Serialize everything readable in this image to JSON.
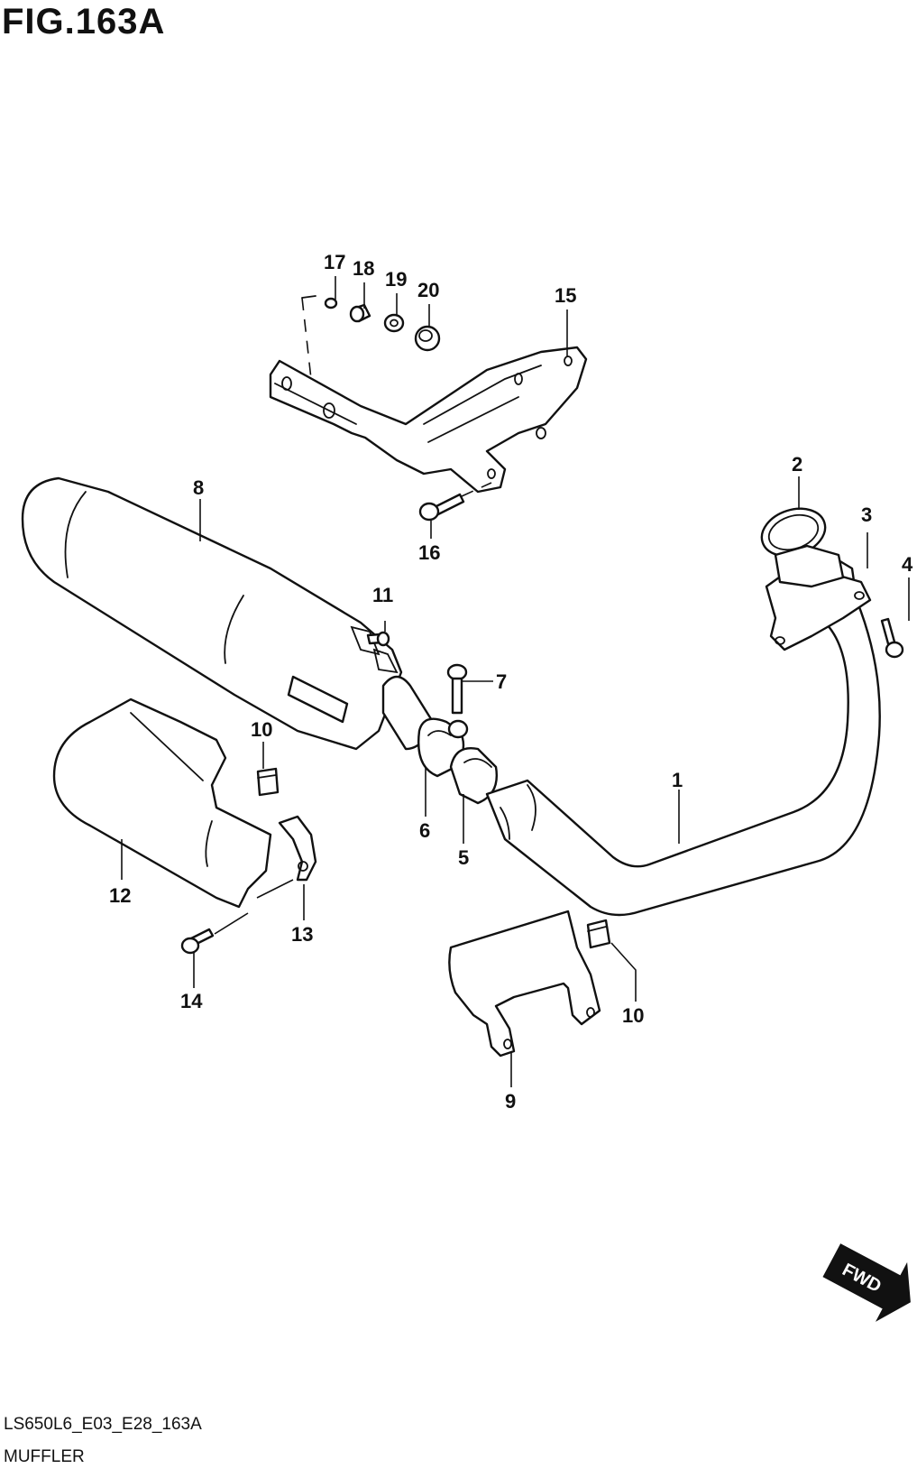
{
  "figure": {
    "title": "FIG.163A",
    "diagram_code": "LS650L6_E03_E28_163A",
    "section_name": "MUFFLER"
  },
  "callouts": {
    "c1": "1",
    "c2": "2",
    "c3": "3",
    "c4": "4",
    "c5": "5",
    "c6": "6",
    "c7": "7",
    "c8": "8",
    "c9": "9",
    "c10a": "10",
    "c10b": "10",
    "c11": "11",
    "c12": "12",
    "c13": "13",
    "c14": "14",
    "c15": "15",
    "c16": "16",
    "c17": "17",
    "c18": "18",
    "c19": "19",
    "c20": "20"
  },
  "direction_badge": {
    "label": "FWD"
  }
}
